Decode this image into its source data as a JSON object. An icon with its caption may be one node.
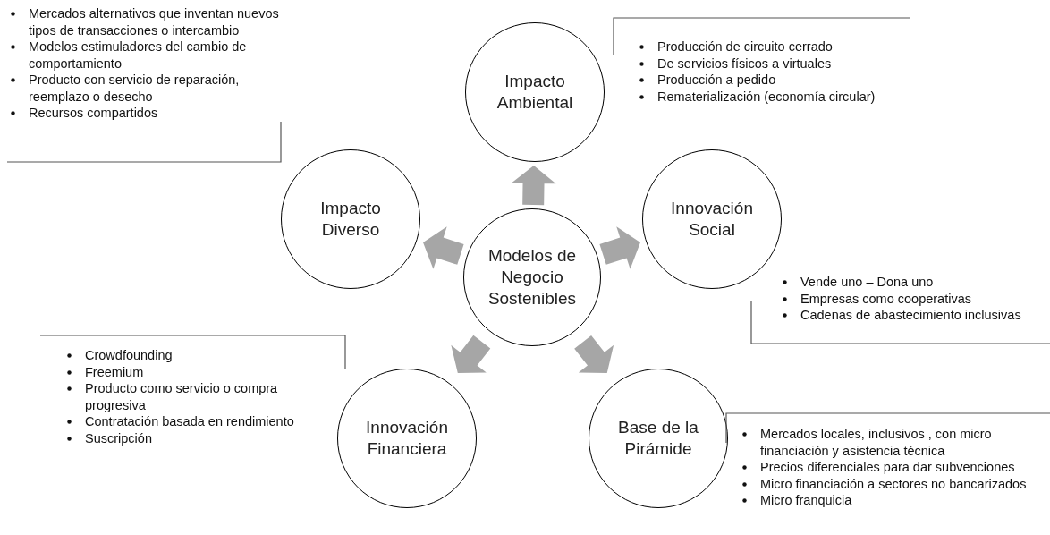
{
  "diagram": {
    "nodes": [
      {
        "text": [
          "Modelos de Negocio Sostenibles"
        ]
      },
      {
        "text": [
          "Impacto Ambiental"
        ]
      },
      {
        "text": [
          "Innovación Social"
        ]
      },
      {
        "text": [
          "Base de la Pirámide"
        ]
      },
      {
        "text": [
          "Innovación Financiera"
        ]
      },
      {
        "text": [
          "Impacto Diverso"
        ]
      },
      {
        "text": [
          "Mercados alternativos  que inventan nuevos tipos de transacciones o intercambio",
          "Modelos estimuladores del cambio de comportamiento",
          "Producto con servicio de reparación, reemplazo o desecho",
          "Recursos compartidos"
        ]
      },
      {
        "text": [
          "Producción de circuito cerrado",
          "De servicios físicos a virtuales",
          "Producción a pedido",
          "Rematerialización (economía circular)"
        ]
      },
      {
        "text": [
          "Vende uno – Dona uno",
          "Empresas como cooperativas",
          "Cadenas de abastecimiento inclusivas"
        ]
      },
      {
        "text": [
          "Crowdfounding",
          "Freemium",
          "Producto como servicio o compra progresiva",
          "Contratación basada en rendimiento",
          "Suscripción"
        ]
      },
      {
        "text": [
          "Mercados locales, inclusivos , con micro financiación y asistencia técnica",
          "Precios diferenciales para dar subvenciones",
          "Micro financiación a sectores no bancarizados",
          "Micro franquicia"
        ]
      }
    ],
    "edges": [
      {
        "from": 0,
        "to": 1,
        "arrow": "to"
      },
      {
        "from": 0,
        "to": 2,
        "arrow": "to"
      },
      {
        "from": 0,
        "to": 3,
        "arrow": "to"
      },
      {
        "from": 0,
        "to": 4,
        "arrow": "to"
      },
      {
        "from": 0,
        "to": 5,
        "arrow": "to"
      }
    ]
  }
}
